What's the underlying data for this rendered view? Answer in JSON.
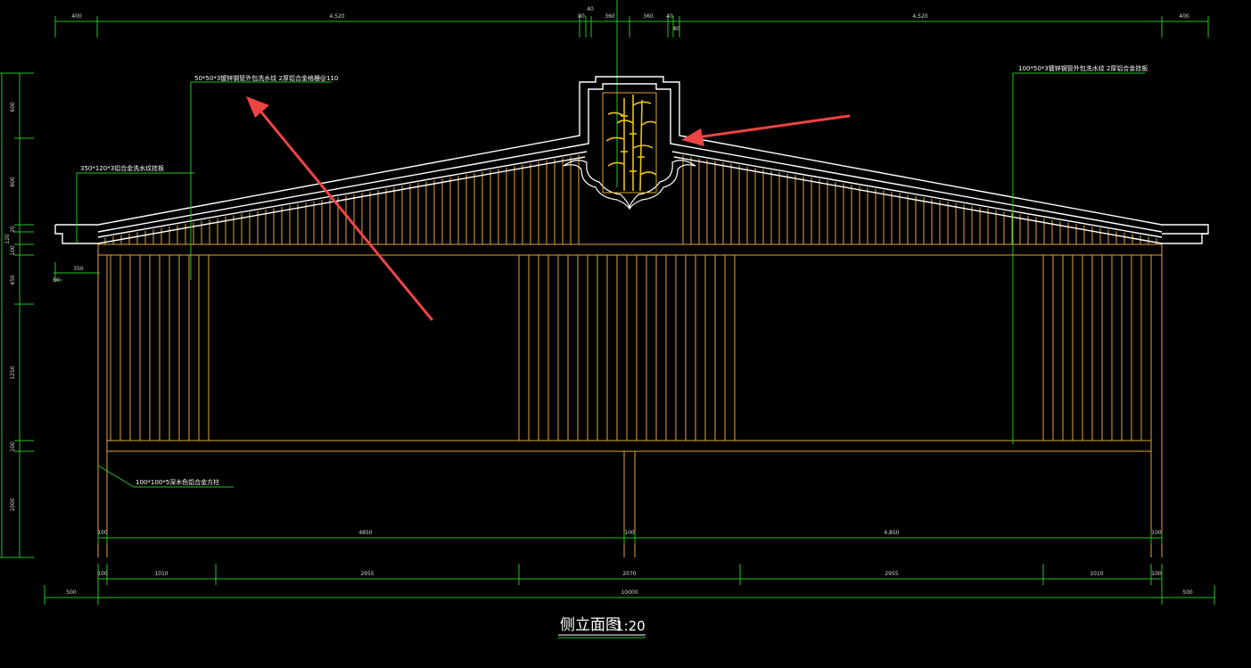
{
  "drawing": {
    "title": "侧立面图",
    "scale": "1:20",
    "colors": {
      "background": "#000000",
      "roof_outline": "#ffffff",
      "wood": "#e2a33a",
      "dimension": "#22c422",
      "ornament": "#e8c21a",
      "annotation_arrow": "#ee4444"
    }
  },
  "dimensions": {
    "top": [
      "400",
      "4,520",
      "40",
      "80",
      "360",
      "360",
      "40",
      "80",
      "4,520",
      "400"
    ],
    "bottom_row1": [
      "100",
      "4850",
      "100",
      "4,850",
      "100"
    ],
    "bottom_row2": [
      "100",
      "1010",
      "2955",
      "2070",
      "2955",
      "1010",
      "100"
    ],
    "bottom_row3": [
      "500",
      "10000",
      "500"
    ],
    "left_chain": [
      "600",
      "800",
      "20",
      "120",
      "100",
      "450",
      "1250",
      "100",
      "1000"
    ],
    "left_offsets": [
      "350",
      "50"
    ]
  },
  "notes": {
    "rafter_note": "50*50*3镀锌钢管外包洗水纹 2厚铝合金格栅@110",
    "eave_note": "350*120*3铝合金洗水纹挂板",
    "post_note": "100*100*5深木色铝合金方柱",
    "right_note": "100*50*3镀锌钢管外包洗水纹 2厚铝合金挂板"
  }
}
